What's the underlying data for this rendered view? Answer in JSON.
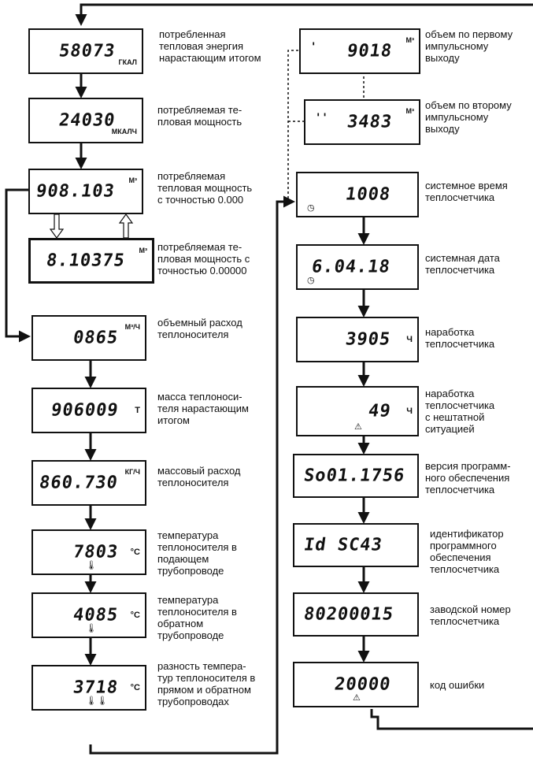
{
  "left_column": [
    {
      "value": "58073",
      "unit": "ГКАЛ",
      "unit_pos": "bot",
      "label": "потребленная\nтепловая энергия\nнарастающим итогом"
    },
    {
      "value": "24030",
      "unit": "МКАЛЧ",
      "unit_pos": "bot",
      "label": "потребляемая те-\nпловая мощность"
    },
    {
      "value": "908.103",
      "unit": "М³",
      "unit_pos": "top",
      "label": "потребляемая\nтепловая мощность\nс точностью 0.000"
    },
    {
      "value": "8.10375",
      "unit": "М³",
      "unit_pos": "top",
      "label": "потребляемая те-\nпловая мощность с\nточностью 0.00000"
    },
    {
      "value": "0865",
      "unit": "М³/Ч",
      "unit_pos": "top",
      "label": "объемный расход\nтеплоносителя"
    },
    {
      "value": "906009",
      "unit": "Т",
      "unit_pos": "mid",
      "label": "масса теплоноси-\nтеля нарастающим\nитогом"
    },
    {
      "value": "860.730",
      "unit": "КГ/Ч",
      "unit_pos": "top",
      "label": "массовый расход\nтеплоносителя"
    },
    {
      "value": "7803",
      "unit": "°С",
      "unit_pos": "mid",
      "symbol": "🌡",
      "label": "температура\nтеплоносителя в\nподающем\nтрубопроводе"
    },
    {
      "value": "4085",
      "unit": "°С",
      "unit_pos": "mid",
      "symbol": "🌡",
      "label": "температура\nтеплоносителя в\nобратном\nтрубопроводе"
    },
    {
      "value": "3718",
      "unit": "°С",
      "unit_pos": "mid",
      "symbol": "🌡🌡",
      "label": "разность темпера-\nтур теплоносителя в\nпрямом и обратном\nтрубопроводах"
    }
  ],
  "right_column": [
    {
      "mark": "'",
      "value": "9018",
      "unit": "М³",
      "unit_pos": "top",
      "label": "объем по первому\nимпульсному\nвыходу"
    },
    {
      "mark": "''",
      "value": "3483",
      "unit": "М³",
      "unit_pos": "top",
      "label": "объем по второму\nимпульсному\nвыходу"
    },
    {
      "value": "1008",
      "unit": "",
      "unit_pos": "top",
      "symbol": "◷",
      "label": "системное время\nтеплосчетчика"
    },
    {
      "value": "6.04.18",
      "unit": "",
      "unit_pos": "top",
      "symbol": "◷",
      "label": "системная дата\nтеплосчетчика"
    },
    {
      "value": "3905",
      "unit": "Ч",
      "unit_pos": "mid",
      "label": "наработка\nтеплосчетчика"
    },
    {
      "value": "49",
      "unit": "Ч",
      "unit_pos": "mid",
      "symbol": "⚠",
      "label": "наработка\nтеплосчетчика\nс нештатной\nситуацией"
    },
    {
      "value": "So01.1756",
      "unit": "",
      "unit_pos": "top",
      "label": "версия программ-\nного обеспечения\nтеплосчетчика"
    },
    {
      "value": "Id   SC43",
      "unit": "",
      "unit_pos": "top",
      "label": "идентификатор\nпрограммного\nобеспечения\nтеплосчетчика"
    },
    {
      "value": "80200015",
      "unit": "",
      "unit_pos": "top",
      "label": "заводской номер\nтеплосчетчика"
    },
    {
      "value": "20000",
      "unit": "",
      "unit_pos": "top",
      "symbol": "⚠",
      "label": "код ошибки"
    }
  ]
}
